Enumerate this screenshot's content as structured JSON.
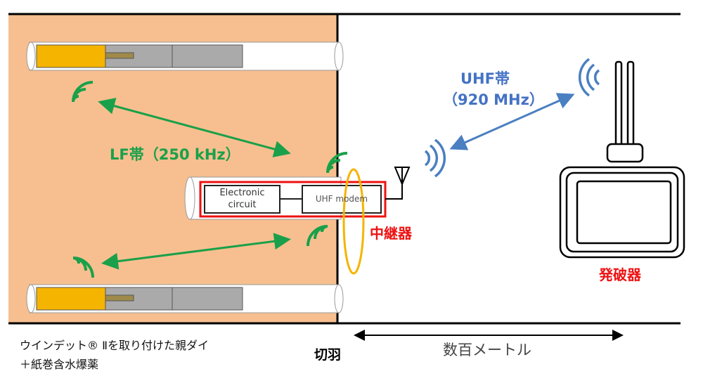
{
  "labels": {
    "uhf_band": "UHF帯",
    "uhf_freq": "（920 MHz）",
    "lf_band": "LF帯（250 kHz）",
    "electronic_circuit_line1": "Electronic",
    "electronic_circuit_line2": "circuit",
    "uhf_modem": "UHF modem",
    "repeater": "中継器",
    "blaster": "発破器",
    "face": "切羽",
    "distance": "数百メートル",
    "detonator_line1": "ウインデット® Ⅱを取り付けた親ダイ",
    "detonator_line2": "＋紙巻含水爆薬"
  },
  "colors": {
    "rock": "#f7bf8f",
    "lf_signal": "#1aa04a",
    "uhf_signal": "#4a7fc1",
    "repeater": "#ee1111",
    "highlight": "#f5b400"
  }
}
